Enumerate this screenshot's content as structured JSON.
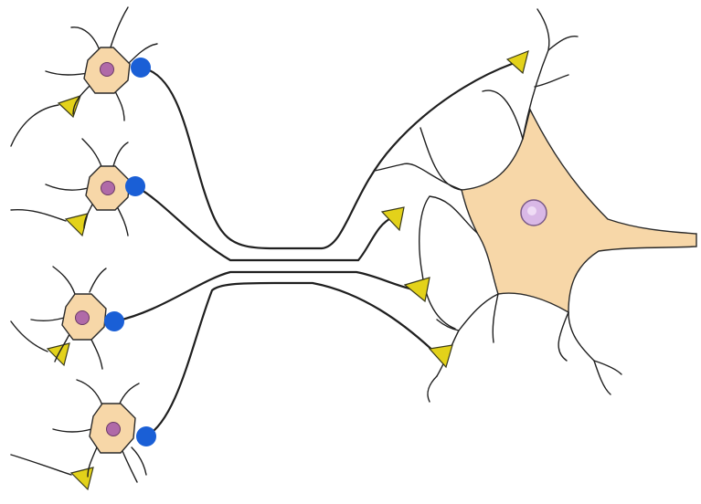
{
  "diagram": {
    "type": "neuron-convergence",
    "colors": {
      "background": "#ffffff",
      "soma_fill": "#f7d7a8",
      "nucleus_fill": "#b06aa8",
      "target_nucleus_fill": "#d9b8e6",
      "axon_hillock_marker": "#1a5fd6",
      "synaptic_terminal": "#e3d21a",
      "line": "#1f1f1f"
    },
    "icons": {
      "axon_hillock_marker": "blue-dot-icon",
      "synaptic_terminal": "yellow-triangle-icon"
    },
    "presynaptic_neuron_count": 4,
    "postsynaptic_neuron_count": 1
  }
}
